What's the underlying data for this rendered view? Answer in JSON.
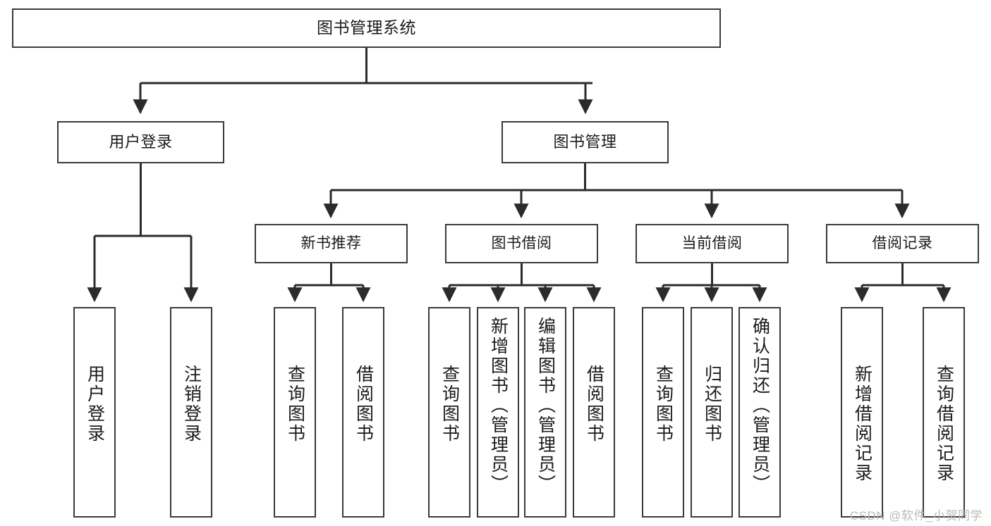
{
  "diagram": {
    "type": "tree",
    "title": "图书管理系统",
    "root": {
      "label": "图书管理系统"
    },
    "level2": [
      {
        "label": "用户登录"
      },
      {
        "label": "图书管理"
      }
    ],
    "level3": [
      {
        "label": "新书推荐"
      },
      {
        "label": "图书借阅"
      },
      {
        "label": "当前借阅"
      },
      {
        "label": "借阅记录"
      }
    ],
    "leaves": [
      {
        "label": "用户登录"
      },
      {
        "label": "注销登录"
      },
      {
        "label": "查询图书"
      },
      {
        "label": "借阅图书"
      },
      {
        "label": "查询图书"
      },
      {
        "label": "新增图书（管理员）"
      },
      {
        "label": "编辑图书（管理员）"
      },
      {
        "label": "借阅图书"
      },
      {
        "label": "查询图书"
      },
      {
        "label": "归还图书"
      },
      {
        "label": "确认归还（管理员）"
      },
      {
        "label": "新增借阅记录"
      },
      {
        "label": "查询借阅记录"
      }
    ]
  },
  "watermark": {
    "text": "CSDN @软件_小贺同学"
  },
  "colors": {
    "stroke": "#3a3a3a",
    "fill": "#ffffff",
    "text": "#1b1b1b",
    "watermark": "#b9b9b9"
  }
}
